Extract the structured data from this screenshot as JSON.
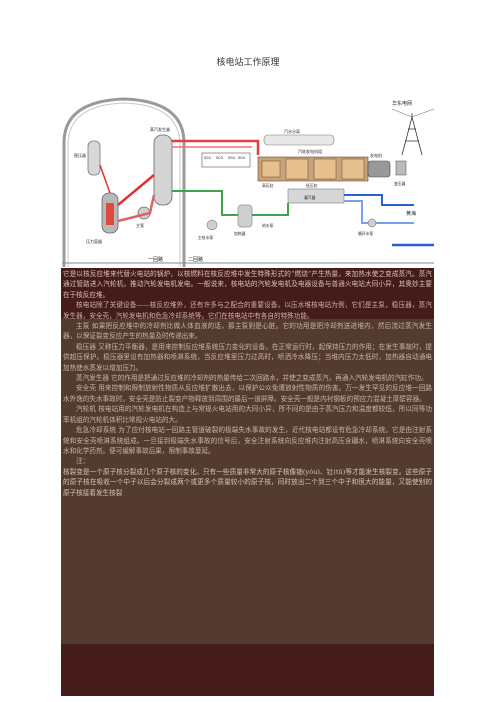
{
  "page": {
    "title": "核电站工作原理"
  },
  "diagram": {
    "labels": {
      "grid": "华东电网",
      "pressurizer": "稳压器",
      "pump": "主泵",
      "pressure_vessel": "压力容器",
      "loop1": "一回路",
      "loop2": "二回路",
      "sg": "蒸汽发生器",
      "turbine": "汽轮发电机组",
      "generator": "发电机",
      "transformer": "变压器",
      "condenser": "凝汽器",
      "feedwater_pump": "给水泵",
      "heater": "加热器",
      "main_feed": "主给水泵",
      "river": "黄海",
      "circ_pump": "循环水泵",
      "moisture": "汽水分离",
      "hp": "高压缸",
      "lp": "低压缸",
      "s1": "S02",
      "s2": "S03",
      "s3": "S04",
      "s4": "S04"
    }
  },
  "article": {
    "paragraphs": [
      "它是以核反应堆来代替火电站的锅炉，以核燃料在核反应堆中发生特殊形式的“燃烧”产生热量，来加热水使之变成蒸汽。蒸汽通过管路进入汽轮机，推动汽轮发电机发电。一般说来，核电站的汽轮发电机及电器设备与普通火电站大同小异，其奥妙主要在于核反应堆。",
      "核电站除了关键设备——核反应堆外，还有许多与之配合的重要设备。以压水堆核电站为例，它们是主泵，稳压器，蒸汽发生器，安全壳，汽轮发电机和危急冷却系统等。它们在核电站中有各自的特殊功能。",
      "主泵 如果把反应堆中的冷却剂比做人体血液的话，那主泵则是心脏。它的功用是把冷却剂送进堆内，然后流过蒸汽发生器，以保证裂变反应产生的热量及时传递出来。",
      "稳压器 又称压力平衡器，是用来控制反应堆系统压力变化的设备。在正常运行时，起保持压力的作用；在发生事故时，提供超压保护。稳压器里设有加热器和喷淋系统，当反应堆里压力过高时，喷洒冷水降压；当堆内压力太低时，加热器自动通电加热使水蒸发以增加压力。",
      "蒸汽发生器 它的作用是把通过反应堆的冷却剂的热量传给二次回路水，并使之变成蒸汽，再通入汽轮发电机的汽缸作功。",
      "安全壳 用来控制和限制放射性物质从反应堆扩散出去，以保护公众免遭放射性物质的伤害。万一发生罕见的反应堆一回路水外逸的失水事故时，安全壳是防止裂变产物释放到周围的最后一道屏障。安全壳一般是内衬钢板的预应力混凝土厚壁容器。",
      "汽轮机 核电站用的汽轮发电机在构造上与常规火电站用的大同小异，所不同的是由于蒸汽压力和温度都较低，所以同等功率机组的汽轮机体积比常规火电站的大。",
      "危急冷却系统 为了应付核电站一回路主管道破裂的极端失水事故的发生，近代核电站都设有危急冷却系统。它是由注射系统和安全壳喷淋系统组成。一旦接到极端失水事故的信号后，安全注射系统向反应堆内注射高压含硼水，喷淋系统向安全壳喷水和化学药剂。便可缓解事故后果，限制事故蔓延。",
      "注：",
      "核裂变是一个原子核分裂成几个原子核的变化。只有一些质量非常大的原子核像铀(yóu)、钍(tǔ)等才能发生核裂变。这些原子的原子核在吸收一个中子以后会分裂成两个或更多个质量较小的原子核，同时放出二个到三个中子和很大的能量，又能使别的原子核接着发生核裂"
    ]
  }
}
